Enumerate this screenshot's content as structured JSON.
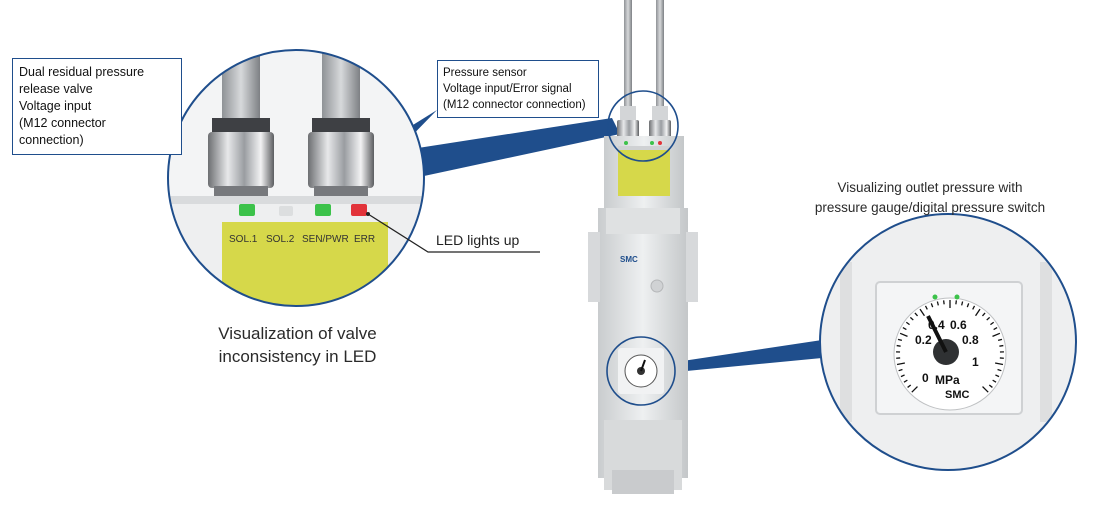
{
  "callouts": {
    "left": {
      "lines": [
        "Dual residual pressure",
        "release valve",
        "Voltage input",
        "(M12 connector",
        "connection)"
      ]
    },
    "right": {
      "lines": [
        "Pressure sensor",
        "Voltage input/Error signal",
        "(M12 connector connection)"
      ]
    }
  },
  "captions": {
    "led_visualization": [
      "Visualization of valve",
      "inconsistency in LED"
    ],
    "gauge_visualization": [
      "Visualizing outlet pressure with",
      "pressure gauge/digital pressure switch"
    ]
  },
  "led_callout": {
    "label": "LED lights up"
  },
  "led_panel": {
    "labels": [
      "SOL.1",
      "SOL.2",
      "SEN/PWR",
      "ERR"
    ],
    "colors": {
      "green": "#3cc24a",
      "red": "#e2333a",
      "off": "#e6e6e6",
      "panel": "#d6d84a"
    }
  },
  "gauge": {
    "ticks": [
      "0.2",
      "0.4",
      "0.6",
      "0.8",
      "1"
    ],
    "zero": "0",
    "unit": "MPa",
    "brand": "SMC"
  },
  "device": {
    "brand": "SMC",
    "connector_labels": "SOL.1 SOL.2 SEN/PWR ERR"
  },
  "colors": {
    "accent": "#1f4e8c",
    "device_body": "#e3e5e6",
    "yellow_panel": "#d6d84a"
  }
}
